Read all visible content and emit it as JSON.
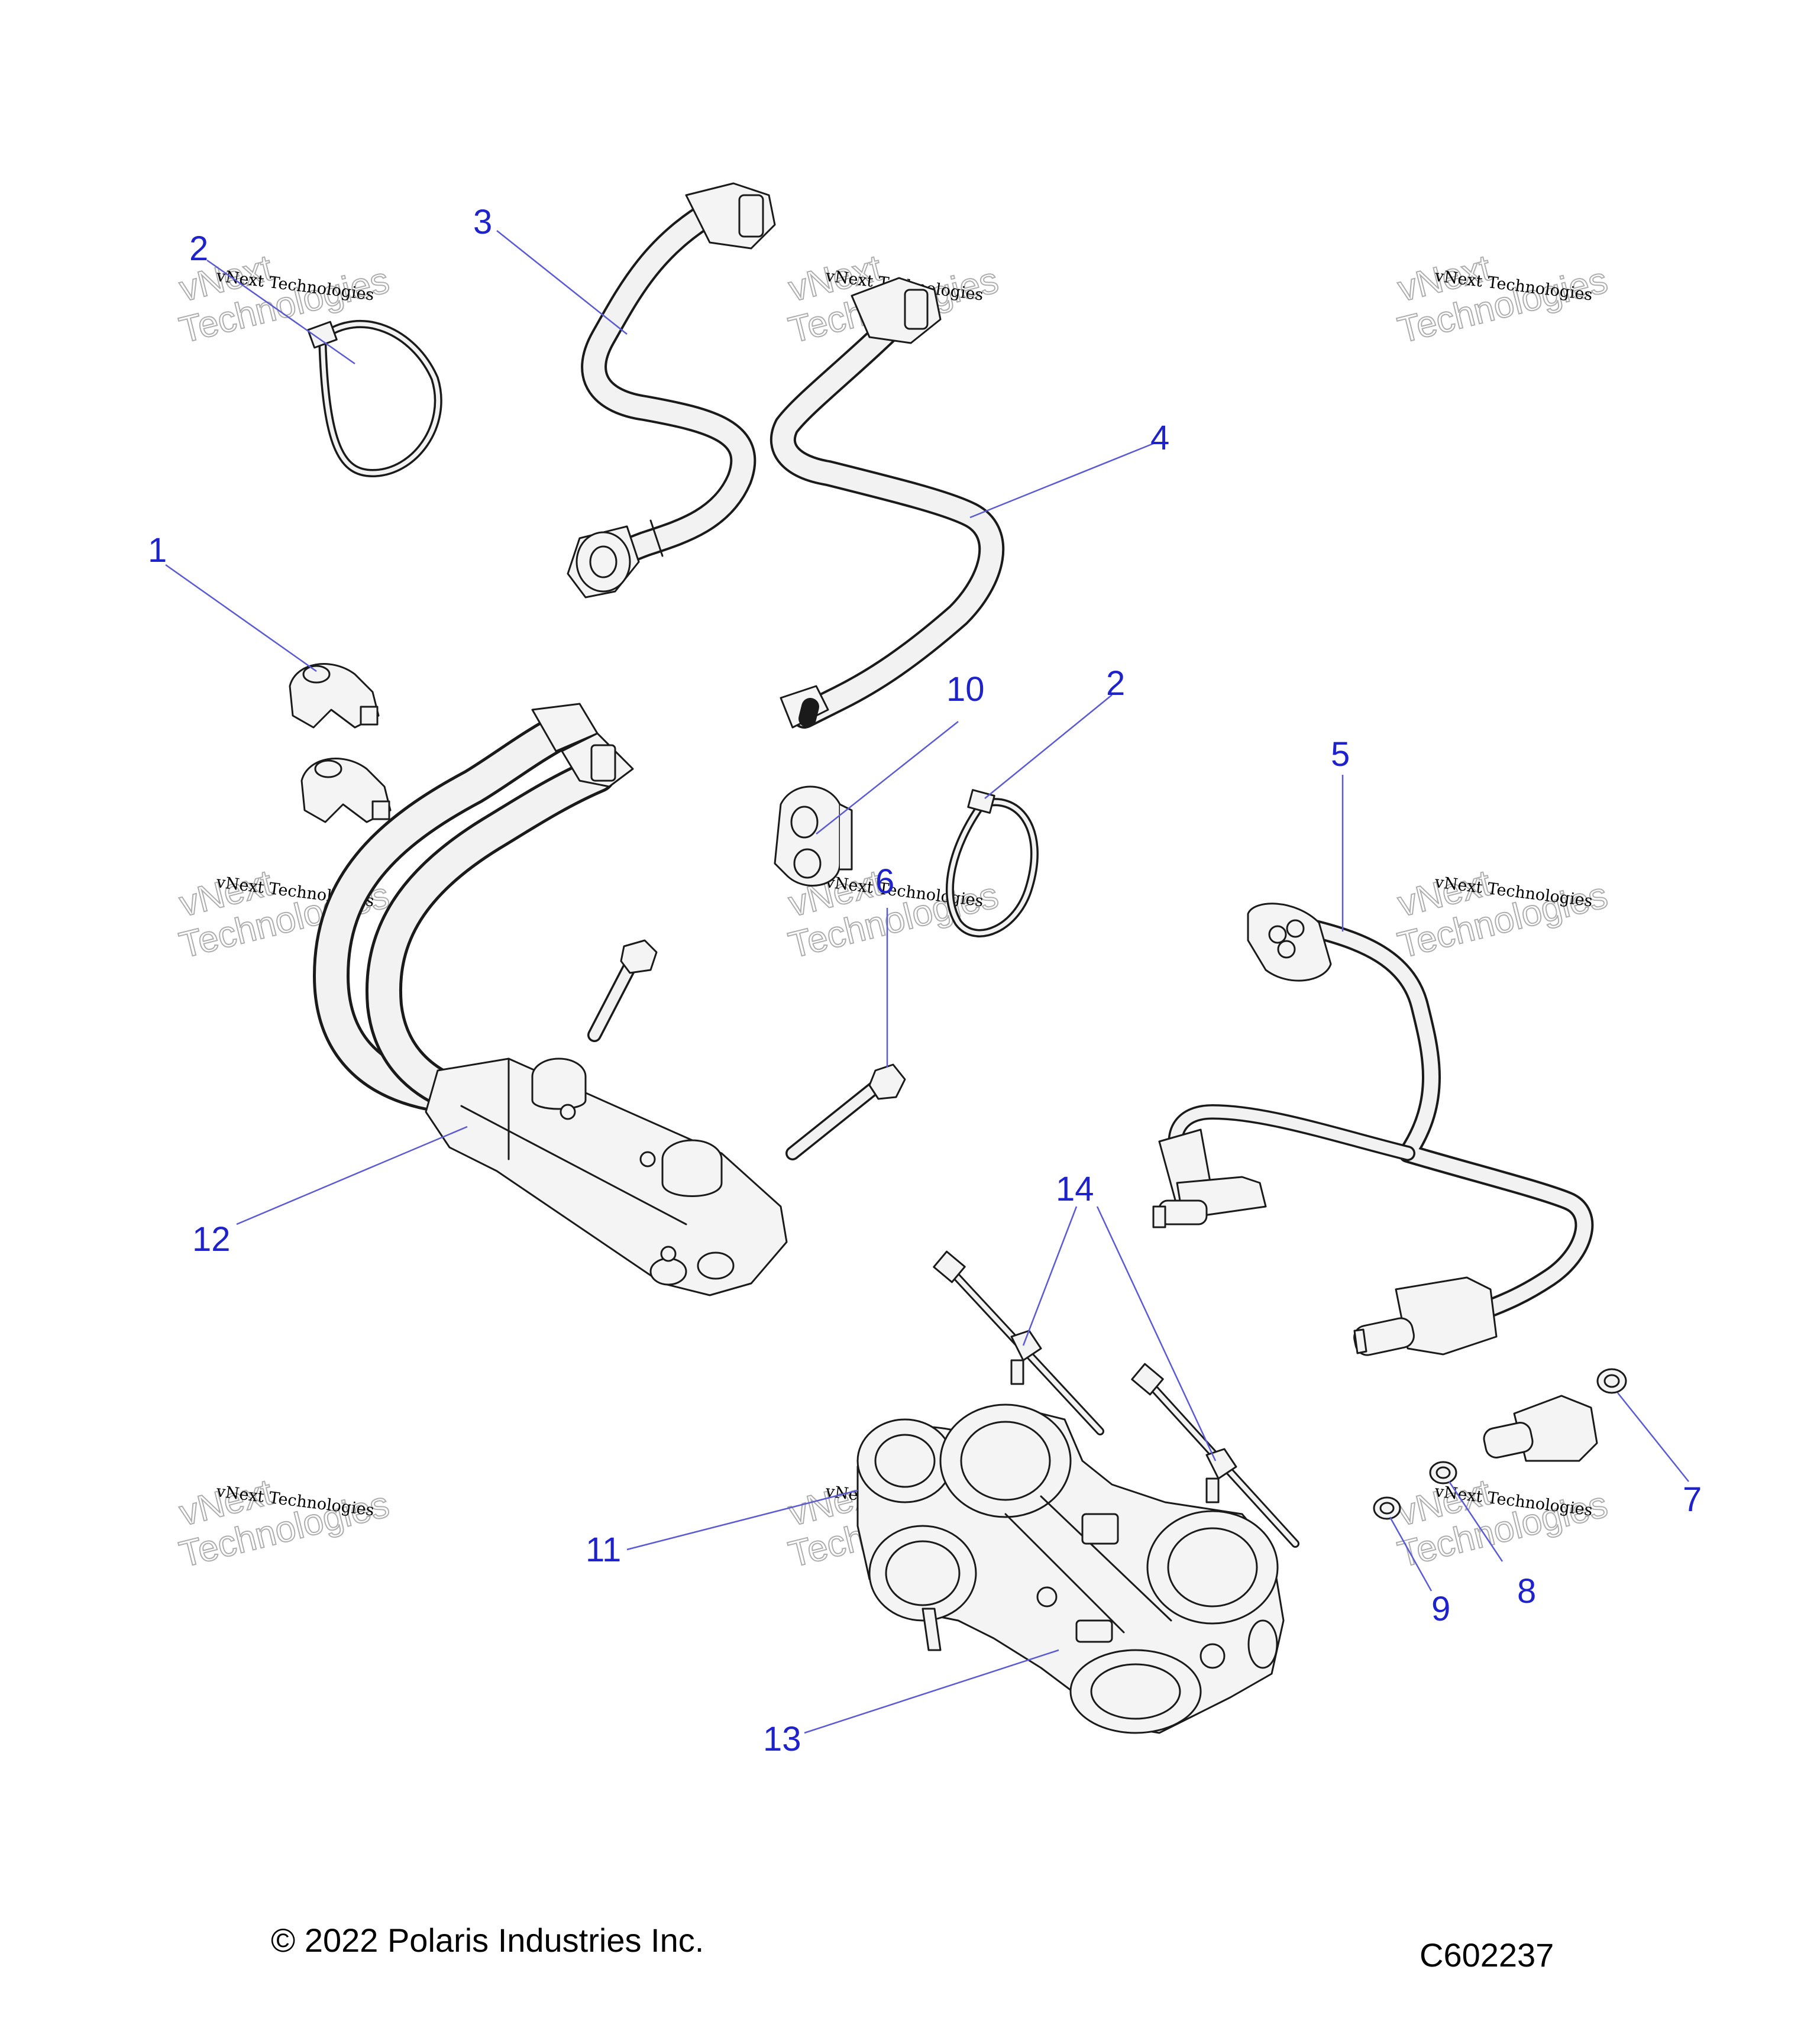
{
  "diagram": {
    "callouts": [
      {
        "label": "1"
      },
      {
        "label": "2"
      },
      {
        "label": "2"
      },
      {
        "label": "3"
      },
      {
        "label": "4"
      },
      {
        "label": "5"
      },
      {
        "label": "6"
      },
      {
        "label": "7"
      },
      {
        "label": "8"
      },
      {
        "label": "9"
      },
      {
        "label": "10"
      },
      {
        "label": "11"
      },
      {
        "label": "12"
      },
      {
        "label": "13"
      },
      {
        "label": "14"
      }
    ],
    "watermark": {
      "brand": "vNext Technologies",
      "line1": "vNext",
      "line2": "Technologies"
    },
    "copyright": "© 2022 Polaris Industries Inc.",
    "drawing_number": "C602237",
    "colors": {
      "callout_text": "#1e22cc",
      "leader_line": "#5a5ad6",
      "part_outline": "#1a1a1a",
      "part_fill": "#f4f4f4"
    }
  }
}
